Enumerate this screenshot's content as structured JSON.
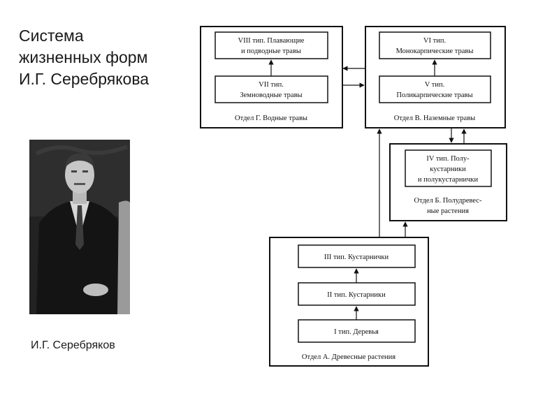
{
  "slide": {
    "title_lines": [
      "Система",
      "жизненных форм",
      "И.Г. Серебрякова"
    ],
    "caption": "И.Г. Серебряков"
  },
  "photo": {
    "description_icon": "portrait-photo"
  },
  "diagram": {
    "divisions": {
      "g": {
        "label": "Отдел Г. Водные травы",
        "types": {
          "t8": [
            "VIII тип. Плавающие",
            "и подводные травы"
          ],
          "t7": [
            "VII тип.",
            "Земноводные травы"
          ]
        }
      },
      "v": {
        "label": "Отдел В. Наземные травы",
        "types": {
          "t6": [
            "VI тип.",
            "Монокарпические травы"
          ],
          "t5": [
            "V тип.",
            "Поликарпические травы"
          ]
        }
      },
      "b": {
        "label": [
          "Отдел Б. Полудревес-",
          "ные растения"
        ],
        "types": {
          "t4": [
            "IV тип. Полу-",
            "кустарники",
            "и полукустарнички"
          ]
        }
      },
      "a": {
        "label": "Отдел А. Древесные растения",
        "types": {
          "t3": "III тип. Кустарнички",
          "t2": "II тип. Кустарники",
          "t1": "I тип. Деревья"
        }
      }
    }
  }
}
